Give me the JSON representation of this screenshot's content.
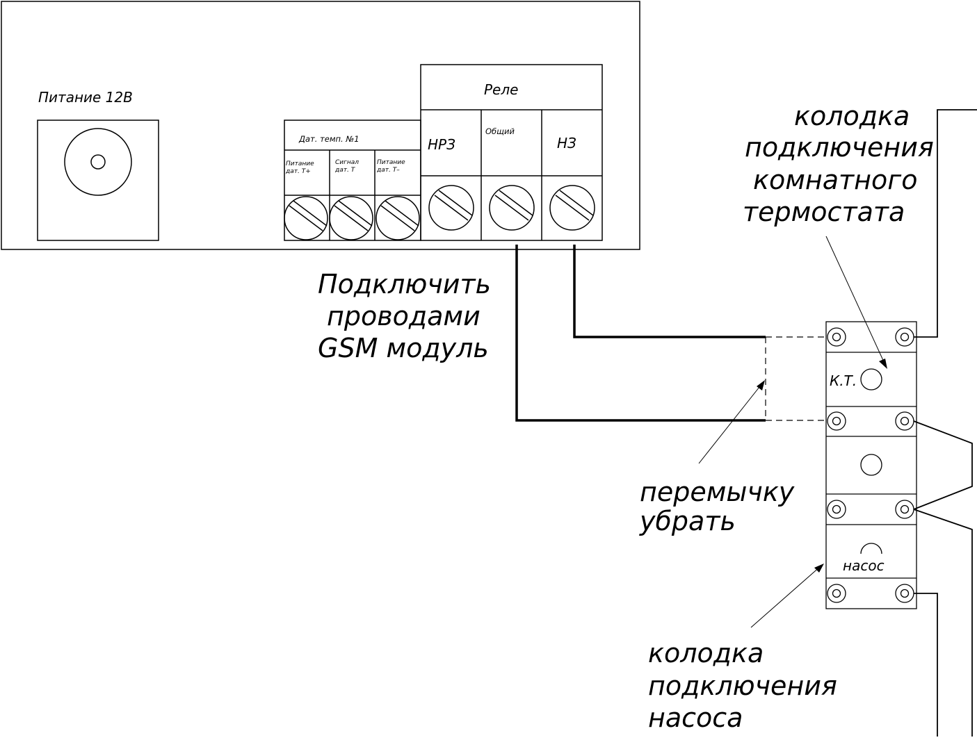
{
  "device": {
    "power_label": "Питание 12В",
    "sensor_block": {
      "title": "Дат. темп. №1",
      "terminals": [
        [
          "Питание",
          "дат. Т+"
        ],
        [
          "Сигнал",
          "дат. Т"
        ],
        [
          "Питание",
          "дат. Т–"
        ]
      ]
    },
    "relay": {
      "title": "Реле",
      "terminals": [
        "НРЗ",
        "Общий",
        "НЗ"
      ]
    }
  },
  "annotations": {
    "gsm": [
      "Подключить",
      "проводами",
      "GSM модуль"
    ],
    "thermostat_block": [
      "колодка",
      "подключения",
      "комнатного",
      "термостата"
    ],
    "jumper": [
      "перемычку",
      "убрать"
    ],
    "pump_block": [
      "колодка",
      "подключения",
      "насоса"
    ]
  },
  "terminal_strip": {
    "thermostat_label": "К.Т.",
    "pump_label": "насос"
  }
}
